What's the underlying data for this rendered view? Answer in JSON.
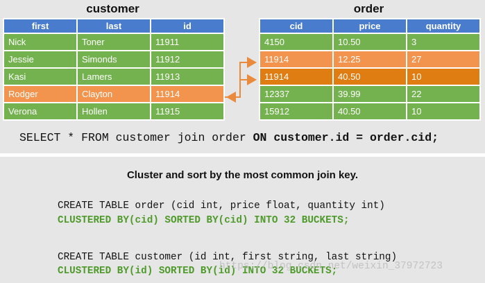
{
  "customer": {
    "title": "customer",
    "headers": [
      "first",
      "last",
      "id"
    ],
    "rows": [
      [
        "Nick",
        "Toner",
        "11911"
      ],
      [
        "Jessie",
        "Simonds",
        "11912"
      ],
      [
        "Kasi",
        "Lamers",
        "11913"
      ],
      [
        "Rodger",
        "Clayton",
        "11914"
      ],
      [
        "Verona",
        "Hollen",
        "11915"
      ]
    ],
    "highlight_row_index": 3
  },
  "order": {
    "title": "order",
    "headers": [
      "cid",
      "price",
      "quantity"
    ],
    "rows": [
      [
        "4150",
        "10.50",
        "3"
      ],
      [
        "11914",
        "12.25",
        "27"
      ],
      [
        "11914",
        "40.50",
        "10"
      ],
      [
        "12337",
        "39.99",
        "22"
      ],
      [
        "15912",
        "40.50",
        "10"
      ]
    ],
    "highlight_row_indices": [
      1,
      2
    ]
  },
  "colors": {
    "header_blue": "#4a7ccd",
    "row_green": "#74b24f",
    "row_orange": "#f2944e",
    "row_dark_orange": "#e07d12",
    "code_green": "#4e9a2a"
  },
  "query": {
    "part1": "SELECT * FROM customer join order ",
    "part2": "ON customer.id = order.cid;"
  },
  "heading": "Cluster and sort by the most common join key.",
  "code_lines": [
    {
      "text": "CREATE TABLE order (cid int, price float, quantity int)",
      "style": "plain"
    },
    {
      "text": "CLUSTERED BY(cid) SORTED BY(cid) INTO 32 BUCKETS;",
      "style": "green"
    },
    {
      "text": "CREATE TABLE customer (id int, first string, last string)",
      "style": "plain"
    },
    {
      "text": "CLUSTERED BY(id) SORTED BY(id) INTO 32 BUCKETS;",
      "style": "green"
    }
  ],
  "watermark": "https://blog.csdn.net/weixin_37972723"
}
